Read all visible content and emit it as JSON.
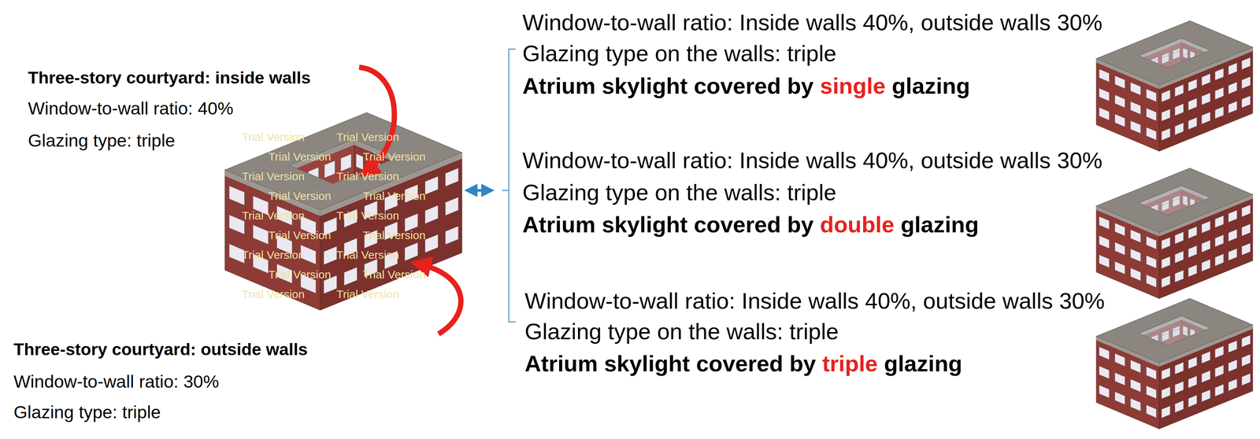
{
  "diagram": {
    "labels": [
      "Three-story courtyard: inside walls",
      "Window-to-wall ratio: 40%",
      "Glazing type: triple",
      "Three-story courtyard: outside walls",
      "Window-to-wall ratio: 30%",
      "Glazing type: triple",
      "Window-to-wall ratio: Inside walls 40%, outside walls 30%",
      "Glazing type on the walls: triple",
      "Atrium skylight covered by",
      "single",
      "glazing",
      "Window-to-wall ratio: Inside walls 40%, outside walls 30%",
      "Glazing type on the walls: triple",
      "Atrium skylight covered by",
      "double",
      "glazing",
      "Window-to-wall ratio: Inside walls 40%, outside walls 30%",
      "Glazing type on the walls: triple",
      "Atrium skylight covered by",
      "triple",
      "glazing",
      "Trial Version",
      "Trial Version",
      "Trial Version",
      "Trial Version",
      "Trial Version",
      "Trial Version",
      "Trial Version",
      "Trial Version",
      "Trial Version",
      "Trial Version",
      "Trial Version",
      "Trial Version",
      "Trial Version",
      "Trial Version",
      "Trial Version",
      "Trial Version",
      "Trial Version",
      "Trial Version"
    ]
  }
}
